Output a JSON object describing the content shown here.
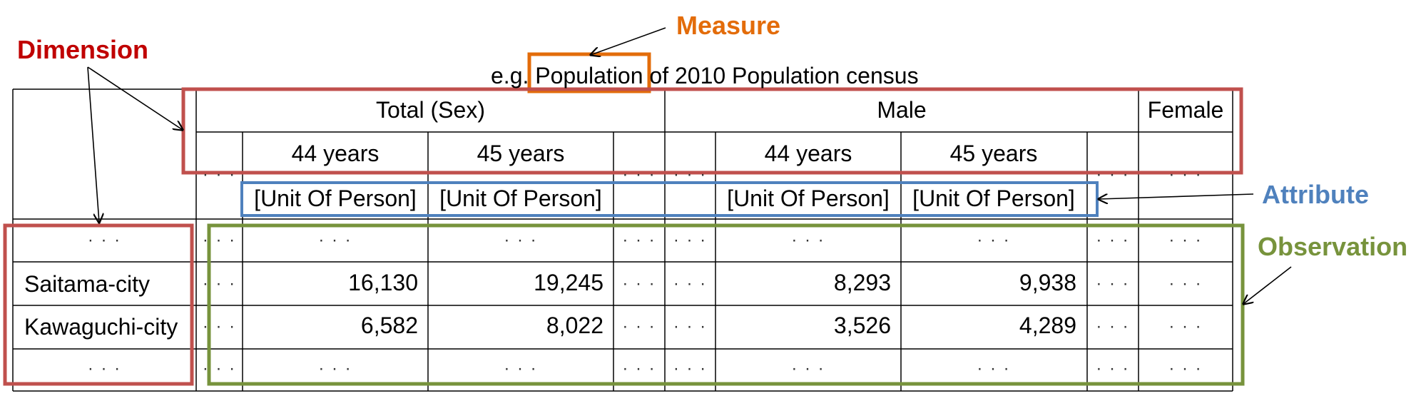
{
  "labels": {
    "measure": "Measure",
    "dimension": "Dimension",
    "attribute": "Attribute",
    "observation": "Observation"
  },
  "colors": {
    "measure": "#e36c0a",
    "dimension": "#c00000",
    "dimension_box": "#c0504d",
    "attribute": "#4f81bd",
    "observation": "#77933c"
  },
  "title": {
    "prefix": "e.g.",
    "measure_word": "Population",
    "suffix": "of 2010 Population census"
  },
  "table": {
    "ellipsis": "· · ·",
    "header": {
      "total": "Total (Sex)",
      "male": "Male",
      "female": "Female"
    },
    "ages": [
      "44 years",
      "45 years",
      "44 years",
      "45 years"
    ],
    "unit": "[Unit Of Person]",
    "rows": [
      {
        "name": "· · ·"
      },
      {
        "name": "Saitama-city",
        "values": [
          "16,130",
          "19,245",
          "8,293",
          "9,938"
        ]
      },
      {
        "name": "Kawaguchi-city",
        "values": [
          "6,582",
          "8,022",
          "3,526",
          "4,289"
        ]
      },
      {
        "name": "· · ·"
      }
    ]
  }
}
